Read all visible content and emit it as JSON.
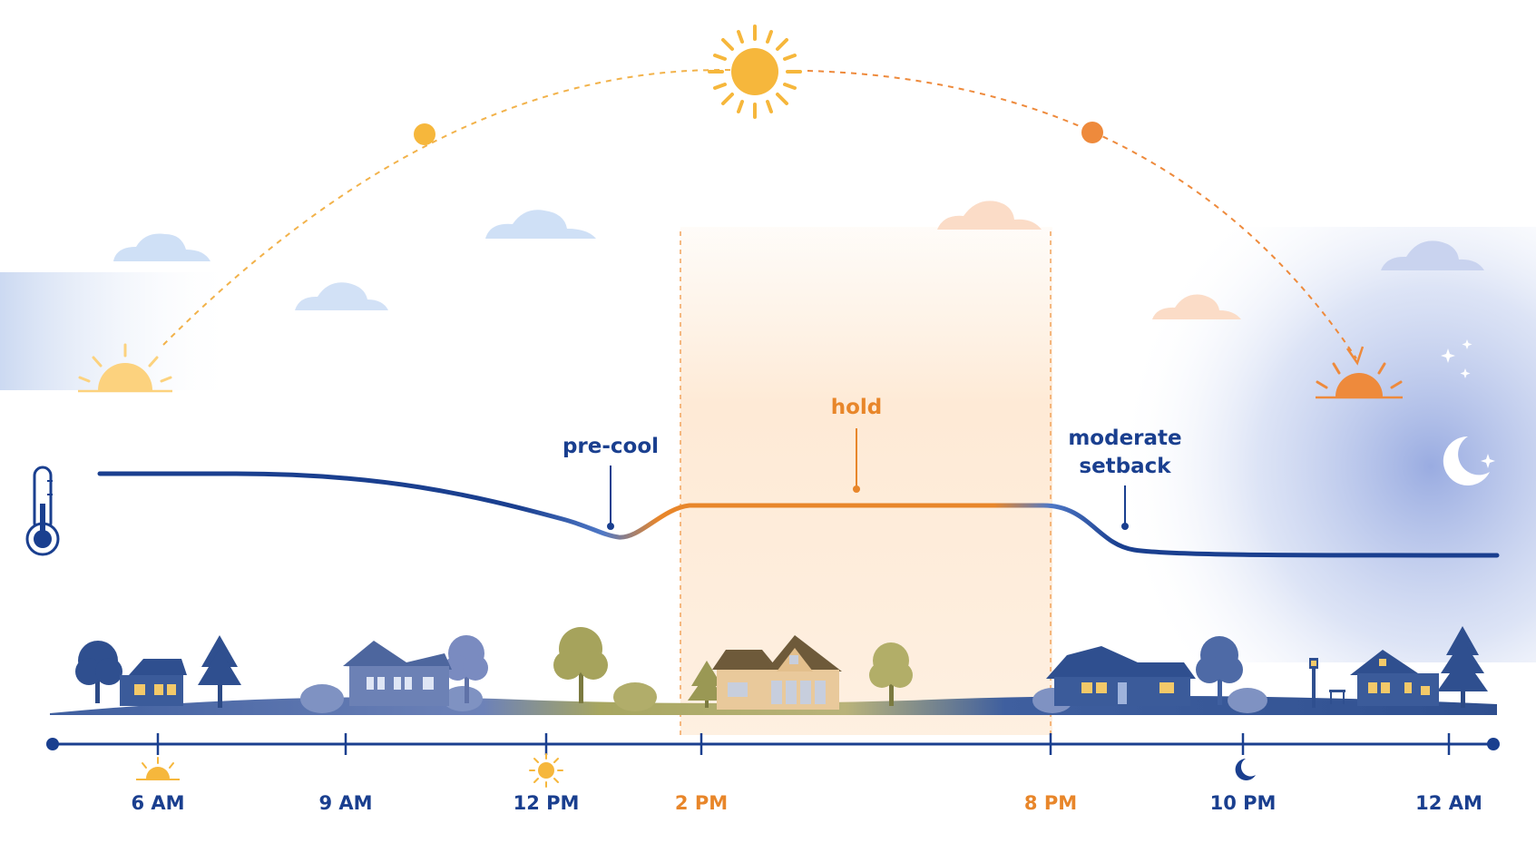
{
  "colors": {
    "navy": "#1a3f8f",
    "orange": "#e8862a",
    "sun": "#f6b73c",
    "sunset": "#ee8a3c",
    "hold_band": "#fde7cf",
    "cloud_blue": "#cfe0f6",
    "cloud_peach": "#fbdcc7",
    "house_blue": "#3b5b9a",
    "house_tan": "#e9c99b",
    "ground_blue": "#4e6aa6",
    "ground_olive": "#a7a660"
  },
  "annotations": {
    "precool": "pre-cool",
    "hold": "hold",
    "setback_line1": "moderate",
    "setback_line2": "setback"
  },
  "timeline": {
    "ticks": [
      {
        "label": "6 AM",
        "highlight": false,
        "icon": "sunrise-icon"
      },
      {
        "label": "9 AM",
        "highlight": false,
        "icon": ""
      },
      {
        "label": "12 PM",
        "highlight": false,
        "icon": "sun-icon"
      },
      {
        "label": "2 PM",
        "highlight": true,
        "icon": ""
      },
      {
        "label": "8 PM",
        "highlight": true,
        "icon": ""
      },
      {
        "label": "10 PM",
        "highlight": false,
        "icon": "moon-icon"
      },
      {
        "label": "12 AM",
        "highlight": false,
        "icon": ""
      }
    ]
  },
  "icons": {
    "thermometer": "thermometer-icon",
    "sun_noon": "sun-icon",
    "sun_morning": "sun-icon",
    "sun_evening": "sunset-sun-icon",
    "sunrise": "sunrise-icon",
    "sunset": "sunset-icon",
    "moon_night": "moon-icon",
    "stars": "star-icon",
    "cloud": "cloud-icon",
    "house": "house-icon",
    "tree": "tree-icon"
  }
}
